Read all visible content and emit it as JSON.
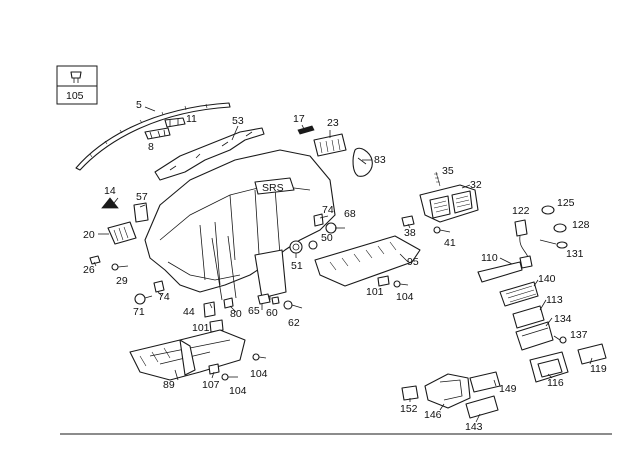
{
  "callouts": [
    {
      "id": "105",
      "text": "105"
    },
    {
      "id": "5",
      "text": "5"
    },
    {
      "id": "11",
      "text": "11"
    },
    {
      "id": "8",
      "text": "8"
    },
    {
      "id": "53",
      "text": "53"
    },
    {
      "id": "17",
      "text": "17"
    },
    {
      "id": "23",
      "text": "23"
    },
    {
      "id": "83",
      "text": "83"
    },
    {
      "id": "35",
      "text": "35"
    },
    {
      "id": "32",
      "text": "32"
    },
    {
      "id": "14",
      "text": "14"
    },
    {
      "id": "57",
      "text": "57"
    },
    {
      "id": "20",
      "text": "20"
    },
    {
      "id": "26",
      "text": "26"
    },
    {
      "id": "29",
      "text": "29"
    },
    {
      "id": "74a",
      "text": "74"
    },
    {
      "id": "68",
      "text": "68"
    },
    {
      "id": "50",
      "text": "50"
    },
    {
      "id": "38",
      "text": "38"
    },
    {
      "id": "41",
      "text": "41"
    },
    {
      "id": "122",
      "text": "122"
    },
    {
      "id": "125",
      "text": "125"
    },
    {
      "id": "128",
      "text": "128"
    },
    {
      "id": "131",
      "text": "131"
    },
    {
      "id": "51",
      "text": "51"
    },
    {
      "id": "95",
      "text": "95"
    },
    {
      "id": "110",
      "text": "110"
    },
    {
      "id": "140",
      "text": "140"
    },
    {
      "id": "71",
      "text": "71"
    },
    {
      "id": "74b",
      "text": "74"
    },
    {
      "id": "101a",
      "text": "101"
    },
    {
      "id": "104a",
      "text": "104"
    },
    {
      "id": "113",
      "text": "113"
    },
    {
      "id": "44",
      "text": "44"
    },
    {
      "id": "80",
      "text": "80"
    },
    {
      "id": "65",
      "text": "65"
    },
    {
      "id": "60",
      "text": "60"
    },
    {
      "id": "62",
      "text": "62"
    },
    {
      "id": "134",
      "text": "134"
    },
    {
      "id": "101b",
      "text": "101"
    },
    {
      "id": "137",
      "text": "137"
    },
    {
      "id": "104b",
      "text": "104"
    },
    {
      "id": "89",
      "text": "89"
    },
    {
      "id": "107",
      "text": "107"
    },
    {
      "id": "104c",
      "text": "104"
    },
    {
      "id": "119",
      "text": "119"
    },
    {
      "id": "116",
      "text": "116"
    },
    {
      "id": "149",
      "text": "149"
    },
    {
      "id": "152",
      "text": "152"
    },
    {
      "id": "146",
      "text": "146"
    },
    {
      "id": "143",
      "text": "143"
    }
  ],
  "dash_emblem": "SRS"
}
